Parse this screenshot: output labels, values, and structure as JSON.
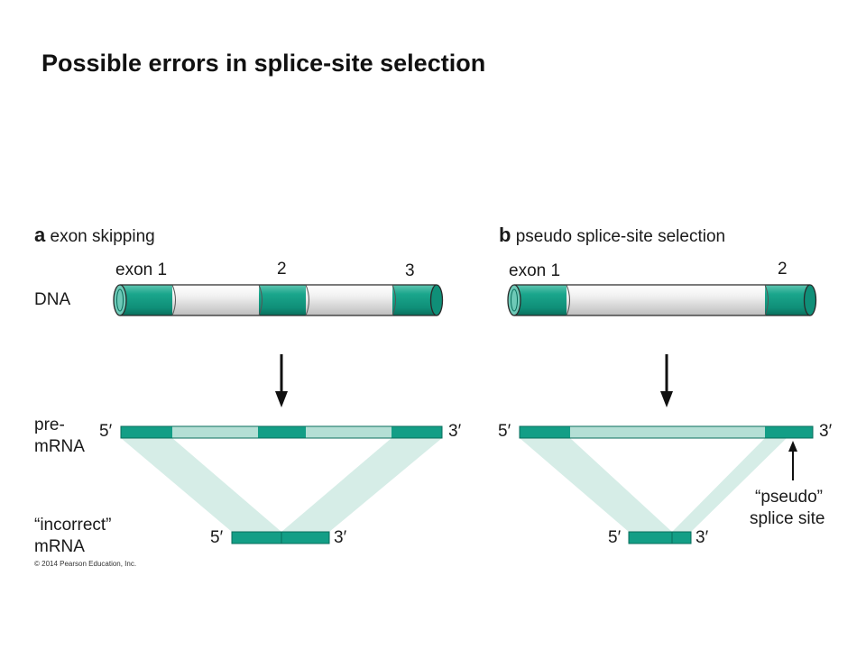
{
  "title": "Possible errors in splice-site selection",
  "row_labels": {
    "dna": "DNA",
    "pre_mrna_line1": "pre-",
    "pre_mrna_line2": "mRNA",
    "incorrect_line1": "“incorrect”",
    "incorrect_line2": "mRNA"
  },
  "panel_a": {
    "letter": "a",
    "heading": "exon skipping",
    "exon_labels": [
      "exon 1",
      "2",
      "3"
    ],
    "pre_mrna_5": "5′",
    "pre_mrna_3": "3′",
    "mrna_5": "5′",
    "mrna_3": "3′"
  },
  "panel_b": {
    "letter": "b",
    "heading": "pseudo splice-site selection",
    "exon_labels": [
      "exon 1",
      "2"
    ],
    "pre_mrna_5": "5′",
    "pre_mrna_3": "3′",
    "mrna_5": "5′",
    "mrna_3": "3′",
    "pseudo_line1": "“pseudo”",
    "pseudo_line2": "splice site"
  },
  "colors": {
    "exon": "#139e86",
    "exon_dark": "#0a6e5c",
    "intron_rna": "#b4dfd5",
    "splice_shade": "#d6ede7",
    "intron_dna": "#dddddd"
  },
  "copyright": "© 2014 Pearson Education, Inc."
}
